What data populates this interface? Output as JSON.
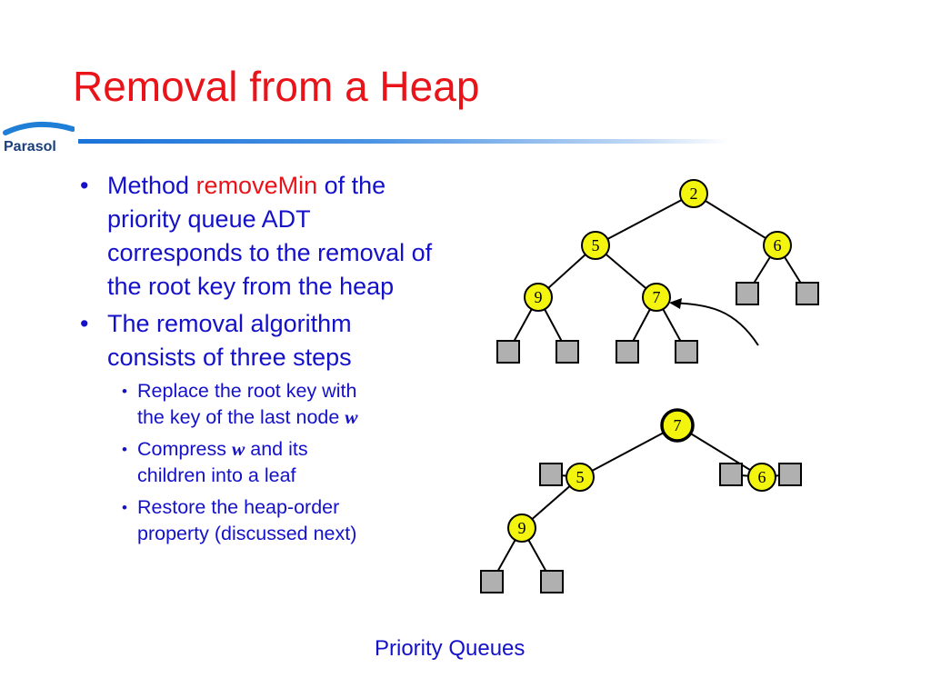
{
  "slide": {
    "title": "Removal from a Heap",
    "logo_text": "Parasol",
    "footer": "Priority Queues"
  },
  "bullets": {
    "b1": {
      "before": "Method ",
      "highlight": "removeMin",
      "after": " of the priority queue ADT corresponds to the removal of the root key from the heap"
    },
    "b2": {
      "text": "The removal algorithm consists of three steps",
      "sub1": {
        "line1": "Replace the root key with",
        "line2": "the key of the last node ",
        "var": "w"
      },
      "sub2": {
        "before": "Compress ",
        "var": "w",
        "after": " and its",
        "line2": "children into a leaf"
      },
      "sub3": {
        "line1": "Restore the heap-order",
        "line2": "property (discussed next)"
      }
    }
  },
  "diagram": {
    "colors": {
      "node_fill": "#f4f50f",
      "leaf_fill": "#b0b0b0",
      "stroke": "#000000"
    },
    "heaps": [
      {
        "nodes": [
          {
            "id": "2",
            "label": "2",
            "parent": null,
            "position": "root"
          },
          {
            "id": "5",
            "label": "5",
            "parent": "2",
            "position": "left"
          },
          {
            "id": "6",
            "label": "6",
            "parent": "2",
            "position": "right"
          },
          {
            "id": "9",
            "label": "9",
            "parent": "5",
            "position": "left"
          },
          {
            "id": "7",
            "label": "7",
            "parent": "5",
            "position": "right",
            "marked": "last-node"
          }
        ],
        "leaves": 6,
        "last_node": "7"
      },
      {
        "nodes": [
          {
            "id": "7",
            "label": "7",
            "parent": null,
            "position": "root",
            "highlight": true
          },
          {
            "id": "5",
            "label": "5",
            "parent": "7",
            "position": "left"
          },
          {
            "id": "6",
            "label": "6",
            "parent": "7",
            "position": "right"
          },
          {
            "id": "9",
            "label": "9",
            "parent": "5",
            "position": "left"
          }
        ],
        "leaves": 5
      }
    ]
  }
}
